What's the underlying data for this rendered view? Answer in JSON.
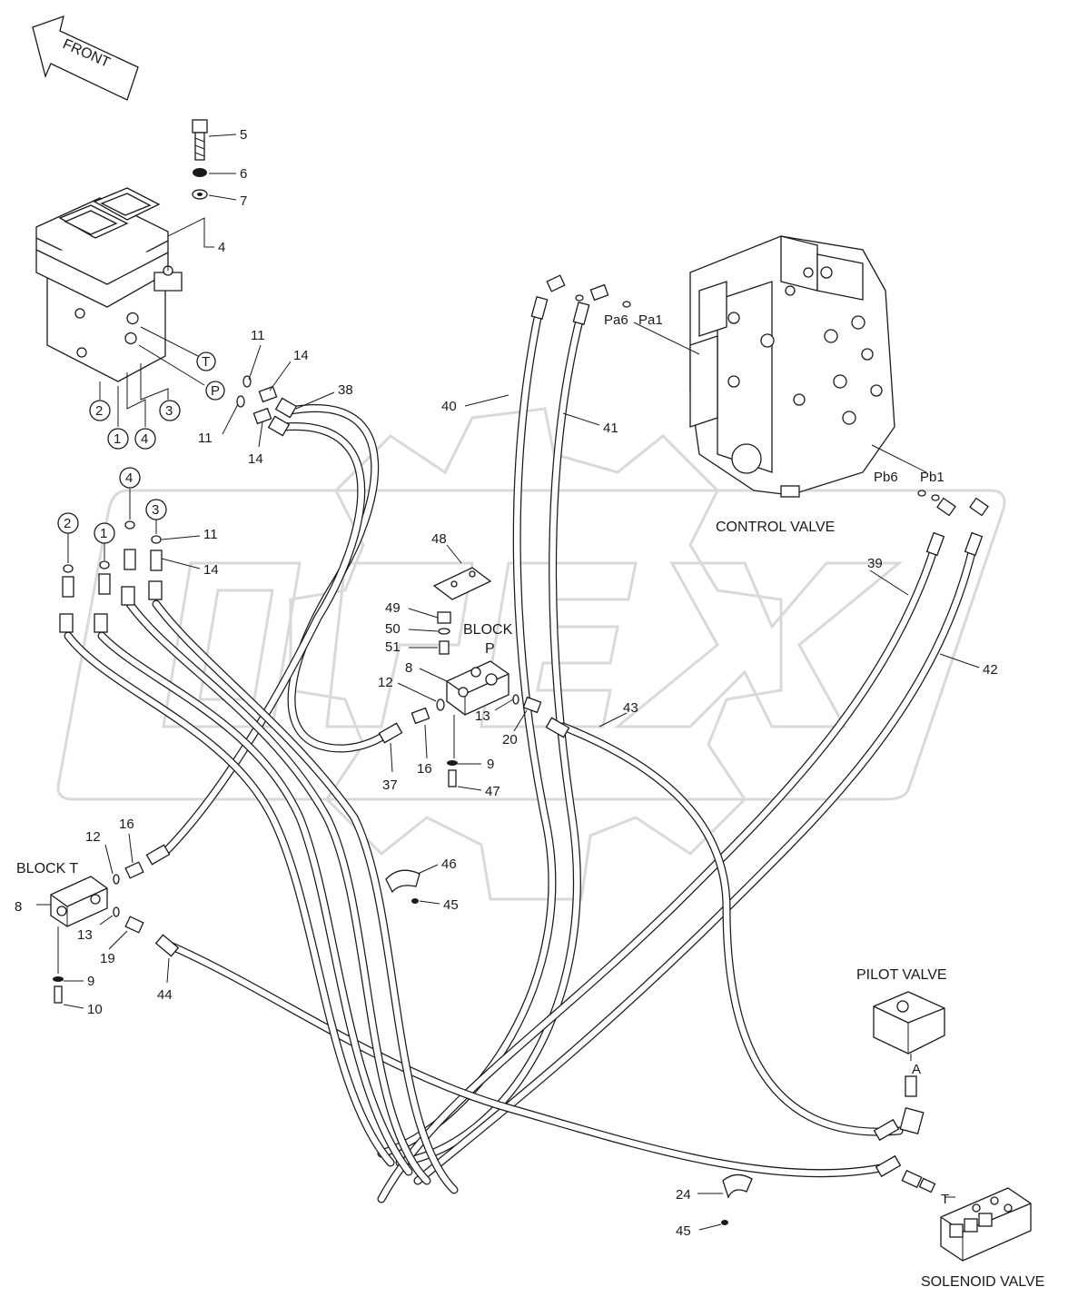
{
  "direction_arrow": "FRONT",
  "component_labels": {
    "control_valve": "CONTROL VALVE",
    "pilot_valve": "PILOT VALVE",
    "solenoid_valve": "SOLENOID VALVE",
    "block_t": "BLOCK  T",
    "block_p_line1": "BLOCK",
    "block_p_line2": "P"
  },
  "port_labels": {
    "pa6": "Pa6",
    "pa1": "Pa1",
    "pb6": "Pb6",
    "pb1": "Pb1",
    "a": "A",
    "t": "T"
  },
  "circled_ports": {
    "T": "T",
    "P": "P",
    "c1": "1",
    "c2": "2",
    "c3": "3",
    "c4": "4",
    "c1b": "1",
    "c2b": "2",
    "c3b": "3",
    "c4b": "4"
  },
  "part_numbers": {
    "p5": "5",
    "p6": "6",
    "p7": "7",
    "p4": "4",
    "p11a": "11",
    "p11b": "11",
    "p11c": "11",
    "p14a": "14",
    "p14b": "14",
    "p14c": "14",
    "p38": "38",
    "p40": "40",
    "p41": "41",
    "p39": "39",
    "p42": "42",
    "p48": "48",
    "p49": "49",
    "p50": "50",
    "p51": "51",
    "p8a": "8",
    "p12a": "12",
    "p13a": "13",
    "p20": "20",
    "p43": "43",
    "p16a": "16",
    "p37": "37",
    "p9a": "9",
    "p47": "47",
    "p46": "46",
    "p45a": "45",
    "p16b": "16",
    "p12b": "12",
    "p8b": "8",
    "p13b": "13",
    "p19": "19",
    "p9b": "9",
    "p10": "10",
    "p44": "44",
    "p24": "24",
    "p45b": "45"
  }
}
